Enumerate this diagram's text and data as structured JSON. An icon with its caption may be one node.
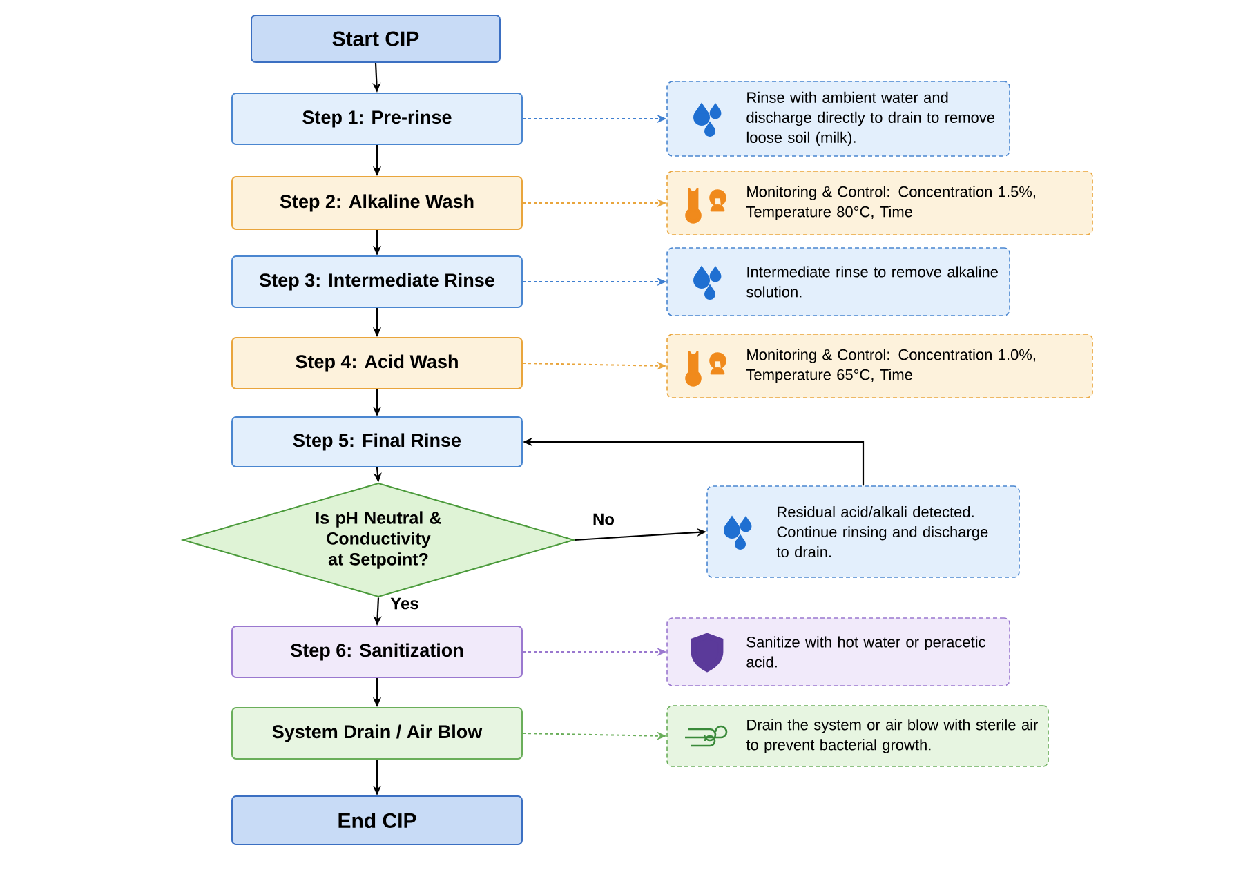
{
  "diagram": {
    "nodes": [
      {
        "text": [
          "Start CIP"
        ]
      },
      {
        "text": [
          "Step 1: Pre-rinse"
        ]
      },
      {
        "text": [
          "Rinse with ambient water and discharge directly to drain to remove loose soil (milk)."
        ]
      },
      {
        "text": [
          "Step 2: Alkaline Wash"
        ]
      },
      {
        "text": [
          "Monitoring & Control: Concentration 1.5%, Temperature 80°C, Time"
        ]
      },
      {
        "text": [
          "Step 3: Intermediate Rinse"
        ]
      },
      {
        "text": [
          "Intermediate rinse to remove alkaline solution."
        ]
      },
      {
        "text": [
          "Step 4: Acid Wash"
        ]
      },
      {
        "text": [
          "Monitoring & Control: Concentration 1.0%, Temperature 65°C, Time"
        ]
      },
      {
        "text": [
          "Step 5: Final Rinse"
        ]
      },
      {
        "text": [
          "Is pH Neutral & Conductivity at Setpoint?"
        ]
      },
      {
        "text": [
          "Residual acid/alkali detected. Continue rinsing and discharge to drain."
        ]
      },
      {
        "text": [
          "Step 6: Sanitization"
        ]
      },
      {
        "text": [
          "Sanitize with hot water or peracetic acid."
        ]
      },
      {
        "text": [
          "System Drain / Air Blow"
        ]
      },
      {
        "text": [
          "Drain the system or air blow with sterile air to prevent bacterial growth."
        ]
      },
      {
        "text": [
          "End CIP"
        ]
      }
    ],
    "edges": [
      {
        "from": 0,
        "to": 1,
        "arrow": "to"
      },
      {
        "from": 1,
        "to": 2,
        "arrow": "to",
        "style": "dashed",
        "color": "#3f7fd0"
      },
      {
        "from": 1,
        "to": 3,
        "arrow": "to"
      },
      {
        "from": 3,
        "to": 4,
        "arrow": "to",
        "style": "dashed",
        "color": "#e9a53c"
      },
      {
        "from": 3,
        "to": 5,
        "arrow": "to"
      },
      {
        "from": 5,
        "to": 6,
        "arrow": "to",
        "style": "dashed",
        "color": "#3f7fd0"
      },
      {
        "from": 5,
        "to": 7,
        "arrow": "to"
      },
      {
        "from": 7,
        "to": 8,
        "arrow": "to",
        "style": "dashed",
        "color": "#e9a53c"
      },
      {
        "from": 7,
        "to": 9,
        "arrow": "to"
      },
      {
        "from": 9,
        "to": 10,
        "arrow": "to"
      },
      {
        "from": 10,
        "to": 11,
        "arrow": "to",
        "label": "No"
      },
      {
        "from": 11,
        "to": 9,
        "arrow": "to"
      },
      {
        "from": 10,
        "to": 12,
        "arrow": "to",
        "label": "Yes"
      },
      {
        "from": 12,
        "to": 13,
        "arrow": "to",
        "style": "dashed",
        "color": "#9a78cf"
      },
      {
        "from": 12,
        "to": 14,
        "arrow": "to"
      },
      {
        "from": 14,
        "to": 15,
        "arrow": "to",
        "style": "dashed",
        "color": "#6aae5a"
      },
      {
        "from": 14,
        "to": 16,
        "arrow": "to"
      }
    ]
  }
}
